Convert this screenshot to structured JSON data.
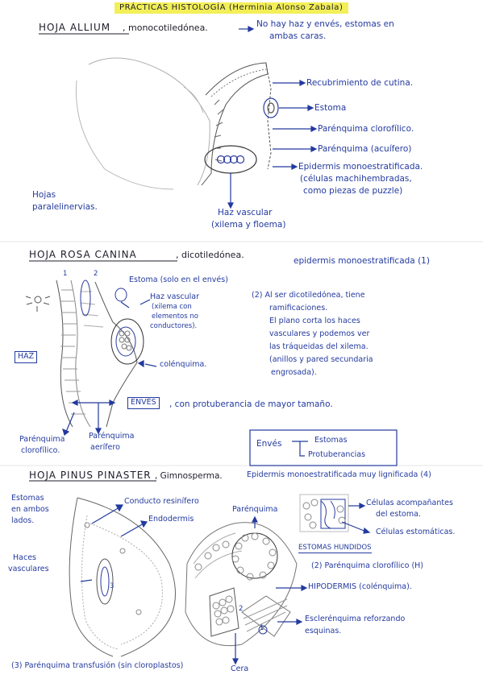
{
  "title": "PRÁCTICAS HISTOLOGÍA (Herminia Alonso Zabala)",
  "colors": {
    "ink_blue": "#233a9e",
    "ink_black": "#1d1d2a",
    "highlight": "#f3ef58",
    "sketch": "#8a8a8a"
  },
  "allium": {
    "header": "HOJA ALLIUM",
    "subtitle": ", monocotiledónea.",
    "note_line1": "No hay haz y envés, estomas en",
    "note_line2": "ambas caras.",
    "recubrimiento": "Recubrimiento de cutina.",
    "estoma": "Estoma",
    "parenquima_clorofilico": "Parénquima clorofílico.",
    "parenquima_acuifero": "Parénquima (acuífero)",
    "epidermis_line1": "Epidermis monoestratificada.",
    "epidermis_line2": "(células machihembradas,",
    "epidermis_line3": "como piezas de puzzle)",
    "hojas_line1": "Hojas",
    "hojas_line2": "paralelinervias.",
    "haz_line1": "Haz vascular",
    "haz_line2": "(xilema y floema)"
  },
  "rosa": {
    "header": "HOJA ROSA CANINA",
    "subtitle": ", dicotiledónea.",
    "epidermis_note": "epidermis monoestratificada (1)",
    "estoma": "Estoma (solo en el envés)",
    "haz_vascular_line1": "Haz vascular",
    "haz_vascular_line2": "(xilema con",
    "haz_vascular_line3": "elementos no",
    "haz_vascular_line4": "conductores).",
    "note2_line1": "(2) Al ser dicotiledónea, tiene",
    "note2_line2": "ramificaciones.",
    "note2_line3": "El plano corta los haces",
    "note2_line4": "vasculares y podemos ver",
    "note2_line5": "las tráqueidas del xilema.",
    "note2_line6": "(anillos y pared secundaria",
    "note2_line7": "engrosada).",
    "haz_box": "HAZ",
    "colenquima": "colénquima.",
    "enves_box": "ENVÉS",
    "enves_note": ", con protuberancia de mayor tamaño.",
    "num1": "1",
    "num2": "2",
    "parenquima_cloro_line1": "Parénquima",
    "parenquima_cloro_line2": "clorofílico.",
    "parenquima_aer_line1": "Parénquima",
    "parenquima_aer_line2": "aerífero",
    "summary_enves": "Envés",
    "summary_estomas": "Estomas",
    "summary_protuberancias": "Protuberancias"
  },
  "pinus": {
    "header": "HOJA PINUS PINASTER",
    "subtitle": ", Gimnosperma.",
    "epidermis_note": "Epidermis monoestratificada muy lignificada (4)",
    "estomas_line1": "Estomas",
    "estomas_line2": "en ambos",
    "estomas_line3": "lados.",
    "conducto": "Conducto resinífero",
    "endodermis": "Endodermis",
    "parenquima": "Parénquima",
    "celulas_acomp_line1": "Células acompañantes",
    "celulas_acomp_line2": "del estoma.",
    "celulas_estomaticas": "Células estomáticas.",
    "estomas_hundidos": "ESTOMAS HUNDIDOS",
    "parenquima_cloro": "(2) Parénquima clorofílico (H)",
    "hipodermis": "HIPODERMIS (colénquima).",
    "esclerenquima_line1": "Esclerénquima reforzando",
    "esclerenquima_line2": "esquinas.",
    "haces_line1": "Haces",
    "haces_line2": "vasculares",
    "parenquima_transfusion": "(3) Parénquima transfusión (sin cloroplastos)",
    "cera": "Cera",
    "num3": "3",
    "num1": "1",
    "num2": "2"
  }
}
